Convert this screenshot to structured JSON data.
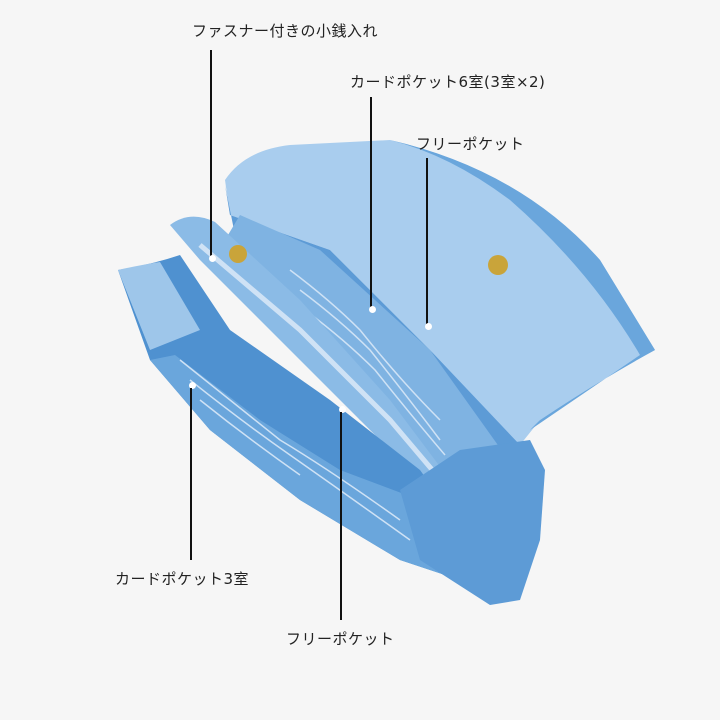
{
  "callouts": [
    {
      "label": "ファスナー付きの小銭入れ"
    },
    {
      "label": "カードポケット6室(3室×2)"
    },
    {
      "label": "フリーポケット"
    },
    {
      "label": "カードポケット3室"
    },
    {
      "label": "フリーポケット"
    }
  ],
  "colors": {
    "leather": "#6aa6dc",
    "leather_light": "#a9cdee",
    "suede": "#b8d6ef",
    "zipper": "#c9a43a"
  }
}
